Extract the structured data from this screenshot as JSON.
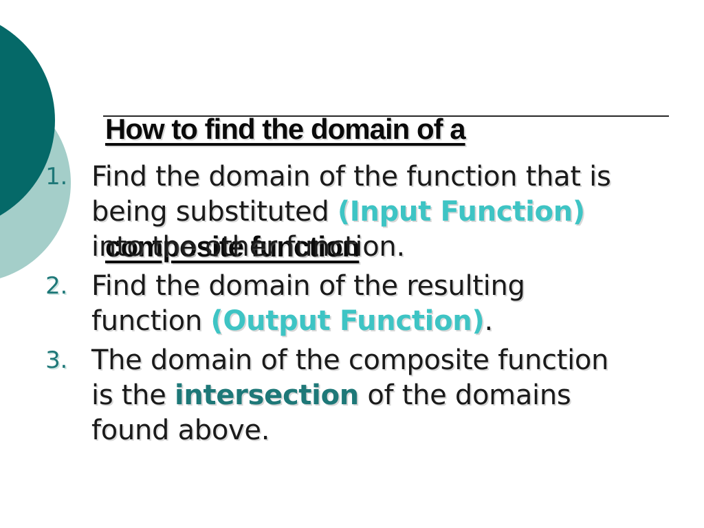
{
  "title": {
    "line1": "How to find the domain of a",
    "line2": "composite function"
  },
  "list": {
    "items": [
      {
        "number": "1.",
        "lines": [
          {
            "runs": [
              {
                "text": "Find the domain of the function that is"
              }
            ]
          },
          {
            "runs": [
              {
                "text": "being substituted "
              },
              {
                "text": "(Input Function)"
              }
            ]
          },
          {
            "runs": [
              {
                "text": "into the other function."
              }
            ]
          }
        ]
      },
      {
        "number": "2.",
        "lines": [
          {
            "runs": [
              {
                "text": "Find the domain of the resulting"
              }
            ]
          },
          {
            "runs": [
              {
                "text": "function "
              },
              {
                "text": "(Output Function)"
              },
              {
                "text": "."
              }
            ]
          }
        ]
      },
      {
        "number": "3.",
        "lines": [
          {
            "runs": [
              {
                "text": "The domain of the composite function"
              }
            ]
          },
          {
            "runs": [
              {
                "text": "is the "
              },
              {
                "text": "intersection"
              },
              {
                "text": " of the domains"
              }
            ]
          },
          {
            "runs": [
              {
                "text": "found above."
              }
            ]
          }
        ]
      }
    ]
  },
  "colors": {
    "accent_bright": "#3EC4C4",
    "accent_dark": "#1E7878",
    "circle_dark": "#056968",
    "circle_light": "#A4CEC9",
    "body_text": "#1a1a1a",
    "title_text": "#0a0a0a",
    "background": "#ffffff"
  }
}
